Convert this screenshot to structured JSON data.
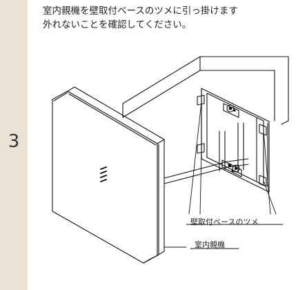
{
  "step": {
    "number": "3"
  },
  "instruction": {
    "line1": "室内親機を壁取付ベースのツメに引っ掛けます",
    "line2": "外れないことを確認してください。"
  },
  "illustration": {
    "labels": {
      "wall_base_claws": "壁取付ベースのツメ",
      "indoor_unit": "室内親機"
    }
  },
  "colors": {
    "side_band": "#eae2d6",
    "text": "#222222",
    "line_art": "#111111"
  }
}
